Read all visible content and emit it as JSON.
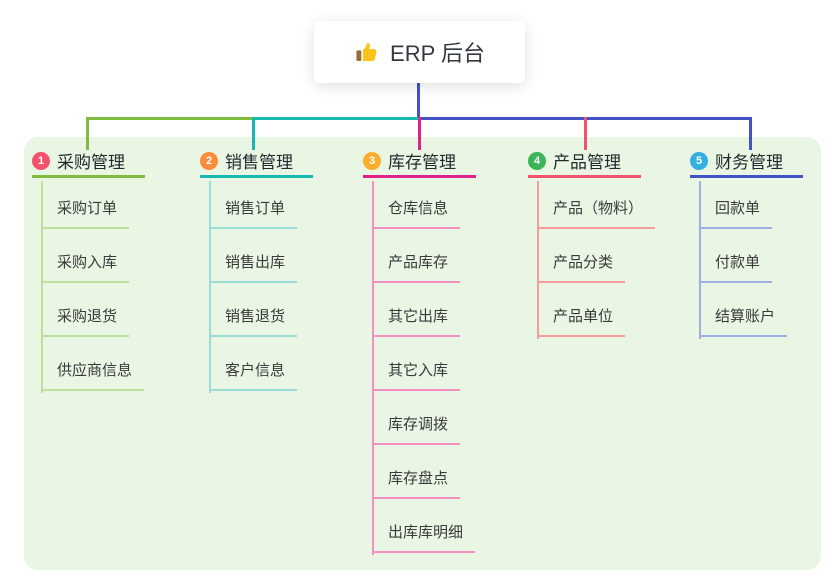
{
  "root": {
    "label": "ERP 后台",
    "icon": "thumbs-up-icon"
  },
  "colors": {
    "page_bg": "#FFFFFF",
    "region_bg": "#E9F6E4",
    "root_text": "#333840",
    "root_connector": "#4353C5",
    "branch_text": "#24292F",
    "child_text": "#3A3A3A"
  },
  "branches": [
    {
      "number": "1",
      "label": "采购管理",
      "badge_color": "#F4516C",
      "line_color": "#7FBC3F",
      "child_line_color": "#BCDF9B",
      "children": [
        "采购订单",
        "采购入库",
        "采购退货",
        "供应商信息"
      ]
    },
    {
      "number": "2",
      "label": "销售管理",
      "badge_color": "#FB8C3C",
      "line_color": "#17B8B0",
      "child_line_color": "#9BDCD6",
      "children": [
        "销售订单",
        "销售出库",
        "销售退货",
        "客户信息"
      ]
    },
    {
      "number": "3",
      "label": "库存管理",
      "badge_color": "#FBAD2C",
      "line_color": "#E0218A",
      "child_line_color": "#F491C2",
      "children": [
        "仓库信息",
        "产品库存",
        "其它出库",
        "其它入库",
        "库存调拨",
        "库存盘点",
        "出库库明细"
      ]
    },
    {
      "number": "4",
      "label": "产品管理",
      "badge_color": "#3BB558",
      "line_color": "#F4516C",
      "child_line_color": "#F79C9C",
      "children": [
        "产品（物料）",
        "产品分类",
        "产品单位"
      ]
    },
    {
      "number": "5",
      "label": "财务管理",
      "badge_color": "#35AEE2",
      "line_color": "#4353C5",
      "child_line_color": "#9FAFE3",
      "children": [
        "回款单",
        "付款单",
        "结算账户"
      ]
    }
  ]
}
